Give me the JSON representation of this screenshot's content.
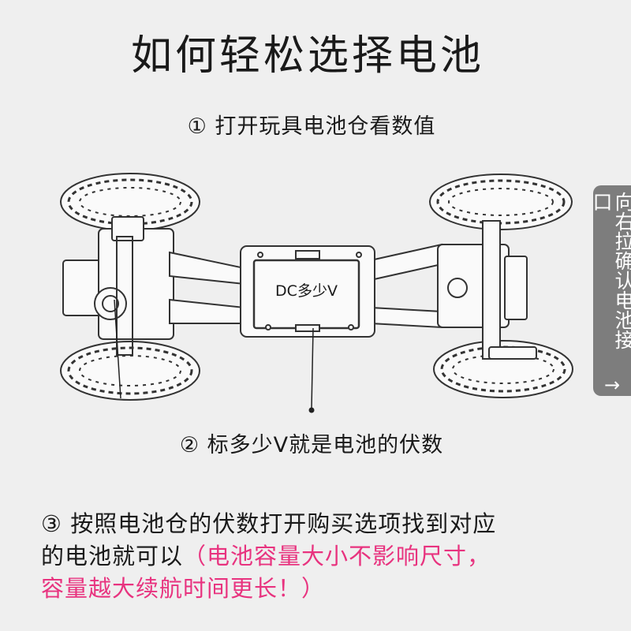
{
  "title": "如何轻松选择电池",
  "step1": "① 打开玩具电池仓看数值",
  "car_label": "DC多少V",
  "step2": "② 标多少V就是电池的伏数",
  "step3": {
    "line1": "③ 按照电池仓的伏数打开购买选项找到对应",
    "line2_black": "的电池就可以",
    "line2_pink": "（电池容量大小不影响尺寸，",
    "line3_pink": "容量越大续航时间更长！）"
  },
  "side_tab": {
    "text": "向右拉确认电池接口",
    "arrow": "→"
  },
  "colors": {
    "background": "#efefef",
    "accent_pink": "#e8337f",
    "tab_gray": "#7d7d7d"
  }
}
